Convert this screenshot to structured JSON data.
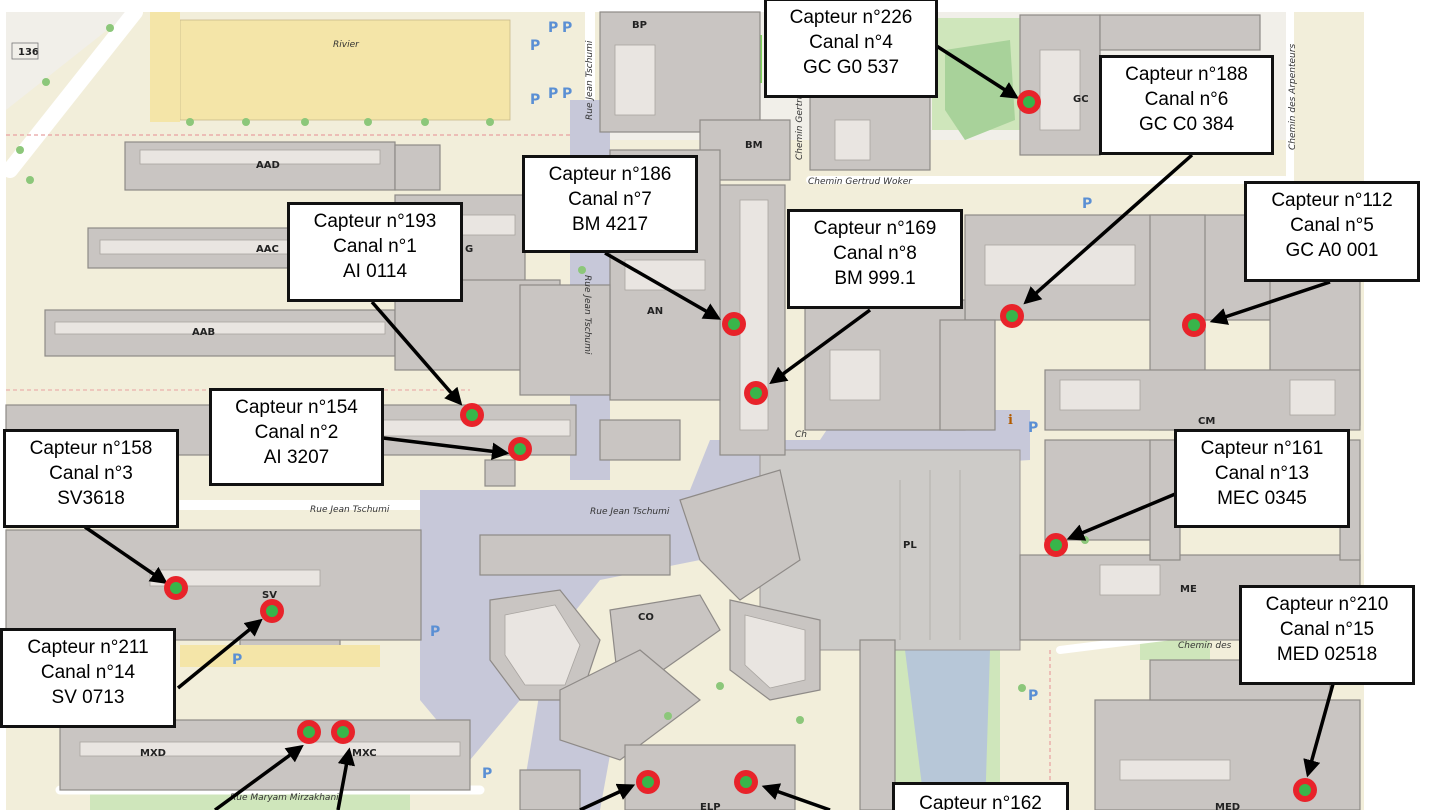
{
  "colors": {
    "background_land": "#f1efe9",
    "campus_area": "#f3edce",
    "building": "#c9c5c2",
    "plaza": "#c7c8d9",
    "green": "#cfe6bb",
    "sensor_outer": "#e8232a",
    "sensor_inner": "#38b54a",
    "callout_border": "#111111"
  },
  "map_labels": {
    "route": "136",
    "rivier": "Rivier",
    "bp": "BP",
    "bm": "BM",
    "aad": "AAD",
    "aac": "AAC",
    "aab": "AAB",
    "g": "G",
    "an": "AN",
    "gc": "GC",
    "cm": "CM",
    "me": "ME",
    "pl": "PL",
    "co": "CO",
    "sv": "SV",
    "mxd": "MXD",
    "mxc": "MXC",
    "elp": "ELP",
    "med": "MED",
    "chemin_gertrud_woker": "Chemin Gertrud Woker",
    "chemin_gertrud_v": "Chemin Gertrud W",
    "chemin_des_arpenteurs": "Chemin des Arpenteurs",
    "chemin_des": "Chemin des",
    "rue_jean_tschumi_h1": "Rue Jean Tschumi",
    "rue_jean_tschumi_h2": "Rue Jean Tschumi",
    "rue_jean_tschumi_v1": "Rue Jean Tschumi",
    "rue_jean_tschumi_v2": "Rue Jean Tschumi",
    "rue_maryam": "Rue Maryam Mirzakhani",
    "ch": "Ch"
  },
  "sensors": [
    {
      "id": "226",
      "lines": [
        "Capteur n°226",
        "Canal n°4",
        "GC G0 537"
      ]
    },
    {
      "id": "188",
      "lines": [
        "Capteur n°188",
        "Canal n°6",
        "GC C0 384"
      ]
    },
    {
      "id": "186",
      "lines": [
        "Capteur n°186",
        "Canal n°7",
        "BM 4217"
      ]
    },
    {
      "id": "193",
      "lines": [
        "Capteur n°193",
        "Canal n°1",
        "AI 0114"
      ]
    },
    {
      "id": "169",
      "lines": [
        "Capteur n°169",
        "Canal n°8",
        "BM 999.1"
      ]
    },
    {
      "id": "112",
      "lines": [
        "Capteur n°112",
        "Canal n°5",
        "GC A0 001"
      ]
    },
    {
      "id": "154",
      "lines": [
        "Capteur n°154",
        "Canal n°2",
        "AI 3207"
      ]
    },
    {
      "id": "158",
      "lines": [
        "Capteur n°158",
        "Canal n°3",
        "SV3618"
      ]
    },
    {
      "id": "161",
      "lines": [
        "Capteur n°161",
        "Canal n°13",
        "MEC 0345"
      ]
    },
    {
      "id": "211",
      "lines": [
        "Capteur n°211",
        "Canal n°14",
        "SV 0713"
      ]
    },
    {
      "id": "210",
      "lines": [
        "Capteur n°210",
        "Canal n°15",
        "MED 02518"
      ]
    },
    {
      "id": "162",
      "lines": [
        "Capteur n°162"
      ]
    }
  ]
}
